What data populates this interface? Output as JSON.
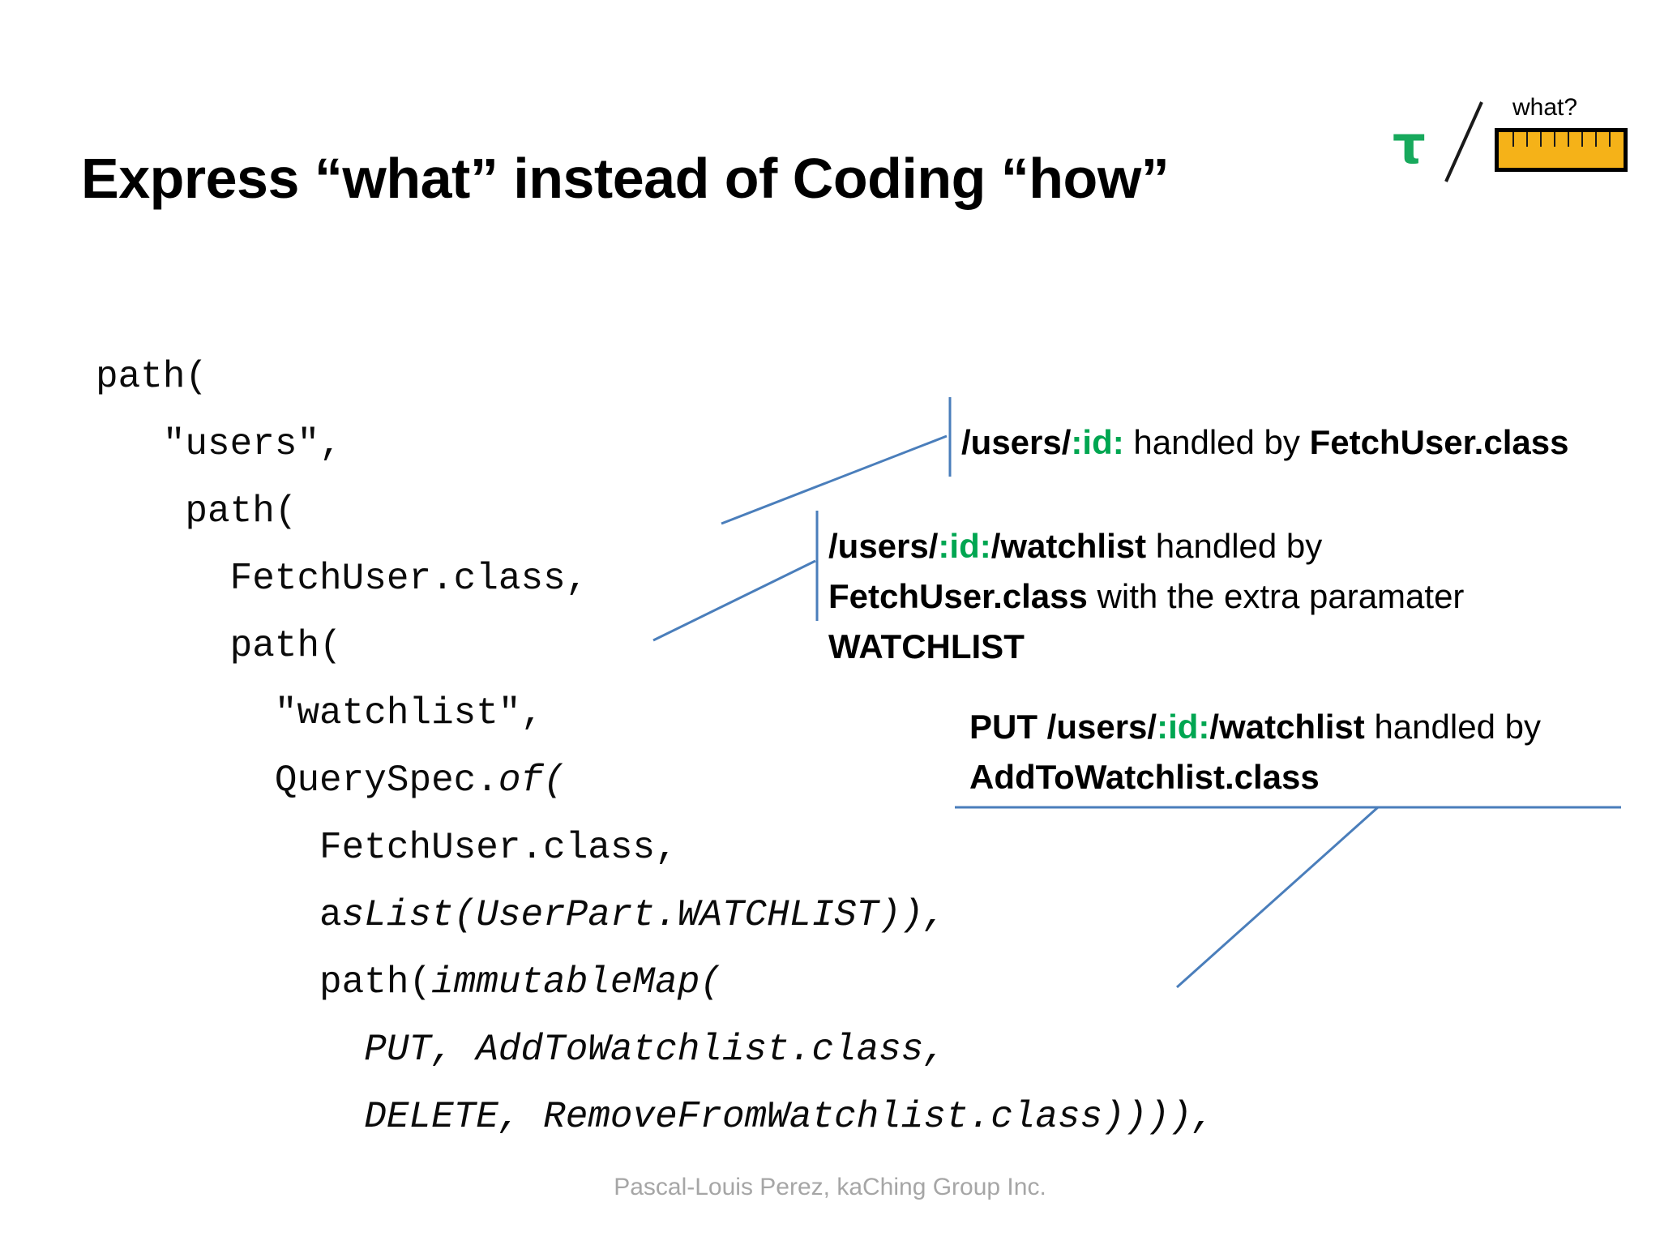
{
  "slide": {
    "title_parts": [
      {
        "text": "Express “",
        "bold": false
      },
      {
        "text": "what",
        "bold": true
      },
      {
        "text": "” instead of Coding “",
        "bold": false
      },
      {
        "text": "how",
        "bold": true
      },
      {
        "text": "”",
        "bold": false
      }
    ],
    "title_plain": "Express “what” instead of Coding “how”",
    "footer": "Pascal-Louis Perez, kaChing Group Inc."
  },
  "logo": {
    "tau_symbol": "τ",
    "what_label": "what?",
    "tau_color": "#17A95C",
    "ruler_color": "#F5B218"
  },
  "code": {
    "language": "java",
    "lines": [
      [
        {
          "t": "path(",
          "i": false
        }
      ],
      [
        {
          "t": "   \"users\",",
          "i": false
        }
      ],
      [
        {
          "t": "    path(",
          "i": false
        }
      ],
      [
        {
          "t": "      FetchUser.class,",
          "i": false
        }
      ],
      [
        {
          "t": "      path(",
          "i": false
        }
      ],
      [
        {
          "t": "        \"watchlist\",",
          "i": false
        }
      ],
      [
        {
          "t": "        QuerySpec.",
          "i": false
        },
        {
          "t": "of(",
          "i": true
        }
      ],
      [
        {
          "t": "          FetchUser.class,",
          "i": false
        }
      ],
      [
        {
          "t": "          a",
          "i": false
        },
        {
          "t": "sList(UserPart.WATCHLIST)),",
          "i": true
        }
      ],
      [
        {
          "t": "          path(",
          "i": false
        },
        {
          "t": "immutableMap(",
          "i": true
        }
      ],
      [
        {
          "t": "            ",
          "i": false
        },
        {
          "t": "PUT, AddToWatchlist.class,",
          "i": true
        }
      ],
      [
        {
          "t": "            ",
          "i": false
        },
        {
          "t": "DELETE, RemoveFromWatchlist.class)))),",
          "i": true
        }
      ]
    ]
  },
  "callouts": [
    {
      "id": "callout-1",
      "segments": [
        {
          "t": "/users/",
          "style": "b"
        },
        {
          "t": ":id:",
          "style": "g"
        },
        {
          "t": " handled by ",
          "style": "n"
        },
        {
          "t": "FetchUser.class",
          "style": "b"
        }
      ],
      "plain": "/users/:id: handled by FetchUser.class"
    },
    {
      "id": "callout-2",
      "segments": [
        {
          "t": "/users/",
          "style": "b"
        },
        {
          "t": ":id:",
          "style": "g"
        },
        {
          "t": "/watchlist",
          "style": "b"
        },
        {
          "t": " handled by ",
          "style": "n"
        },
        {
          "t": "FetchUser.class",
          "style": "b"
        },
        {
          "t": " with the extra paramater ",
          "style": "n"
        },
        {
          "t": "WATCHLIST",
          "style": "b"
        }
      ],
      "plain": "/users/:id:/watchlist handled by FetchUser.class with the extra paramater WATCHLIST"
    },
    {
      "id": "callout-3",
      "segments": [
        {
          "t": "PUT /users/",
          "style": "b"
        },
        {
          "t": ":id:",
          "style": "g"
        },
        {
          "t": "/watchlist",
          "style": "b"
        },
        {
          "t": " handled by ",
          "style": "n"
        },
        {
          "t": "AddToWatchlist.class",
          "style": "b"
        }
      ],
      "plain": "PUT /users/:id:/watchlist handled by AddToWatchlist.class"
    }
  ],
  "colors": {
    "accent_green": "#00A651",
    "leader_blue": "#4A7EBB",
    "ruler_amber": "#F5B218",
    "footer_gray": "#a6a6a6"
  }
}
